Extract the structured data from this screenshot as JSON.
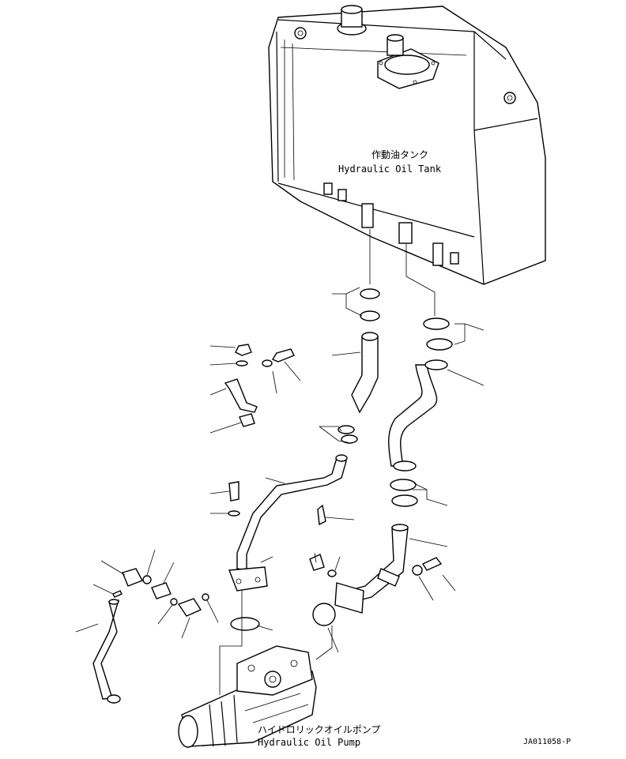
{
  "labels": {
    "tank_jp": "作動油タンク",
    "tank_en": "Hydraulic Oil Tank",
    "pump_jp": "ハイドロリックオイルポンプ",
    "pump_en": "Hydraulic Oil Pump",
    "code": "JA011058-P"
  }
}
